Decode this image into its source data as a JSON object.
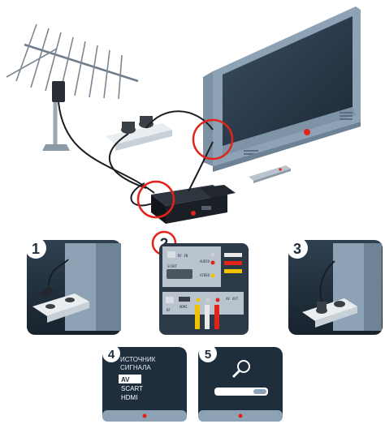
{
  "steps": [
    {
      "number": "1",
      "name": "plug-in-tv"
    },
    {
      "number": "2",
      "name": "connect-receiver"
    },
    {
      "number": "3",
      "name": "plug-in-receiver"
    },
    {
      "number": "4",
      "name": "select-source"
    },
    {
      "number": "5",
      "name": "channel-search"
    }
  ],
  "menu": {
    "title_line1": "ИСТОЧНИК",
    "title_line2": "СИГНАЛА",
    "options": [
      "AV",
      "SCART",
      "HDMI"
    ],
    "selected": "AV"
  },
  "tv_panel_labels": {
    "rf_in": "RF IN",
    "scart": "SCART",
    "audio": "AUDIO",
    "video": "VIDEO"
  },
  "receiver_panel_labels": {
    "hdmi": "HDMI",
    "rf": "RF",
    "out": "OUT",
    "av": "AV"
  },
  "colors": {
    "accent_red": "#e2231a",
    "tv_blue": "#8ea2b6",
    "screen_dark": "#2b3a4a",
    "panel_dark": "#1f2e3c"
  },
  "icons": [
    "antenna-icon",
    "tv-icon",
    "receiver-icon",
    "remote-icon",
    "wall-socket-icon",
    "search-icon"
  ]
}
